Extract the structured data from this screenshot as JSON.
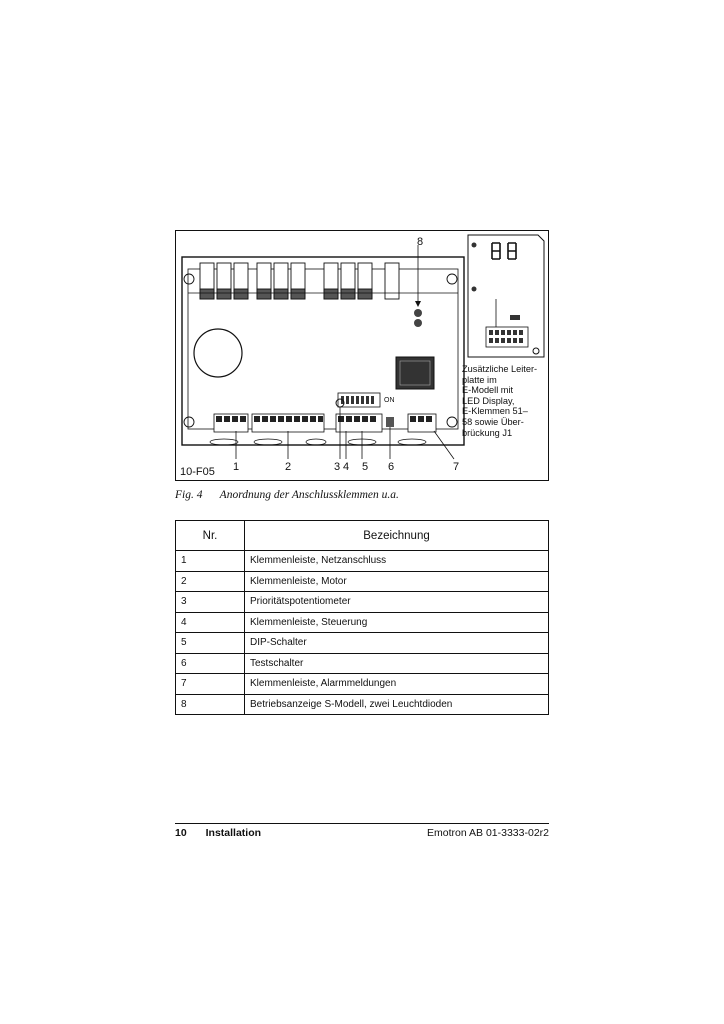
{
  "figure": {
    "code": "10-F05",
    "on_label": "ON",
    "callouts": [
      "1",
      "2",
      "3",
      "4",
      "5",
      "6",
      "7",
      "8"
    ],
    "addon_lines": [
      "Zusätzliche Leiter-",
      "platte im",
      "E-Modell mit",
      "LED Display,",
      "E-Klemmen 51–",
      "58 sowie Über-",
      "brückung J1"
    ],
    "caption_num": "Fig. 4",
    "caption_text": "Anordnung der Anschlussklemmen u.a."
  },
  "table": {
    "headers": [
      "Nr.",
      "Bezeichnung"
    ],
    "rows": [
      [
        "1",
        "Klemmenleiste, Netzanschluss"
      ],
      [
        "2",
        "Klemmenleiste, Motor"
      ],
      [
        "3",
        "Prioritätspotentiometer"
      ],
      [
        "4",
        "Klemmenleiste, Steuerung"
      ],
      [
        "5",
        "DIP-Schalter"
      ],
      [
        "6",
        "Testschalter"
      ],
      [
        "7",
        "Klemmenleiste, Alarmmeldungen"
      ],
      [
        "8",
        "Betriebsanzeige S-Modell, zwei Leuchtdioden"
      ]
    ]
  },
  "footer": {
    "page": "10",
    "section": "Installation",
    "doc": "Emotron AB 01-3333-02r2"
  }
}
